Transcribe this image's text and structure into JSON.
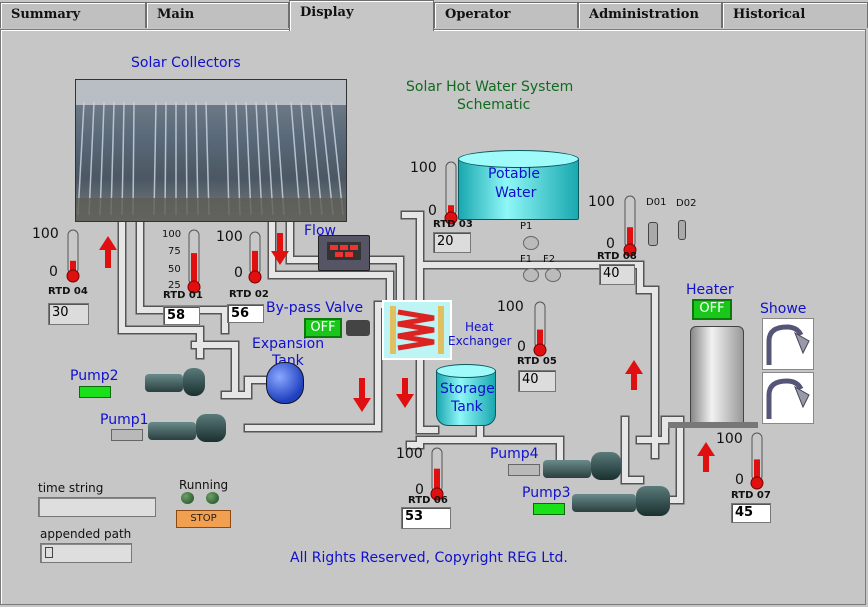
{
  "tabs": [
    {
      "label": "Summary"
    },
    {
      "label": "Main"
    },
    {
      "label": "Display"
    },
    {
      "label": "Operator"
    },
    {
      "label": "Administration"
    },
    {
      "label": "Historical"
    }
  ],
  "title": {
    "line1": "Solar Hot Water System",
    "line2": "Schematic"
  },
  "labels": {
    "solar_collectors": "Solar Collectors",
    "flow": "Flow",
    "bypass_valve": "By-pass Valve",
    "expansion_tank_1": "Expansion",
    "expansion_tank_2": "Tank",
    "heat_exchanger_1": "Heat",
    "heat_exchanger_2": "Exchanger",
    "potable_water_1": "Potable",
    "potable_water_2": "Water",
    "storage_tank_1": "Storage",
    "storage_tank_2": "Tank",
    "heater": "Heater",
    "shower": "Showe",
    "pump1": "Pump1",
    "pump2": "Pump2",
    "pump3": "Pump3",
    "pump4": "Pump4",
    "p1": "P1",
    "f1": "F1",
    "f2": "F2",
    "d01": "D01",
    "d02": "D02",
    "copyright": "All Rights Reserved, Copyright REG Ltd."
  },
  "rtds": [
    {
      "name": "RTD 04",
      "value": "30",
      "max": "100",
      "min": "0",
      "level": 0.3
    },
    {
      "name": "RTD 01",
      "value": "58",
      "max": "100",
      "mid": "50",
      "quarter": "75",
      "low": "25",
      "min": "0",
      "level": 0.58
    },
    {
      "name": "RTD 02",
      "value": "56",
      "max": "100",
      "min": "0",
      "level": 0.56
    },
    {
      "name": "RTD 03",
      "value": "20",
      "max": "100",
      "min": "0",
      "level": 0.2
    },
    {
      "name": "RTD 08",
      "value": "40",
      "max": "100",
      "min": "0",
      "level": 0.4
    },
    {
      "name": "RTD 05",
      "value": "40",
      "max": "100",
      "min": "0",
      "level": 0.4
    },
    {
      "name": "RTD 06",
      "value": "53",
      "max": "100",
      "min": "0",
      "level": 0.53
    },
    {
      "name": "RTD 07",
      "value": "45",
      "max": "100",
      "min": "0",
      "level": 0.45
    }
  ],
  "buttons": {
    "bypass": "OFF",
    "heater": "OFF",
    "stop": "STOP"
  },
  "status": {
    "time_string_label": "time string",
    "time_string_value": "",
    "appended_path_label": "appended path",
    "appended_path_value": "",
    "running_label": "Running"
  },
  "colors": {
    "accent_green": "#19c619",
    "label_blue": "#1010cc",
    "title_green": "#106a1e",
    "arrow_red": "#e01010",
    "thermo_red": "#e01010"
  }
}
